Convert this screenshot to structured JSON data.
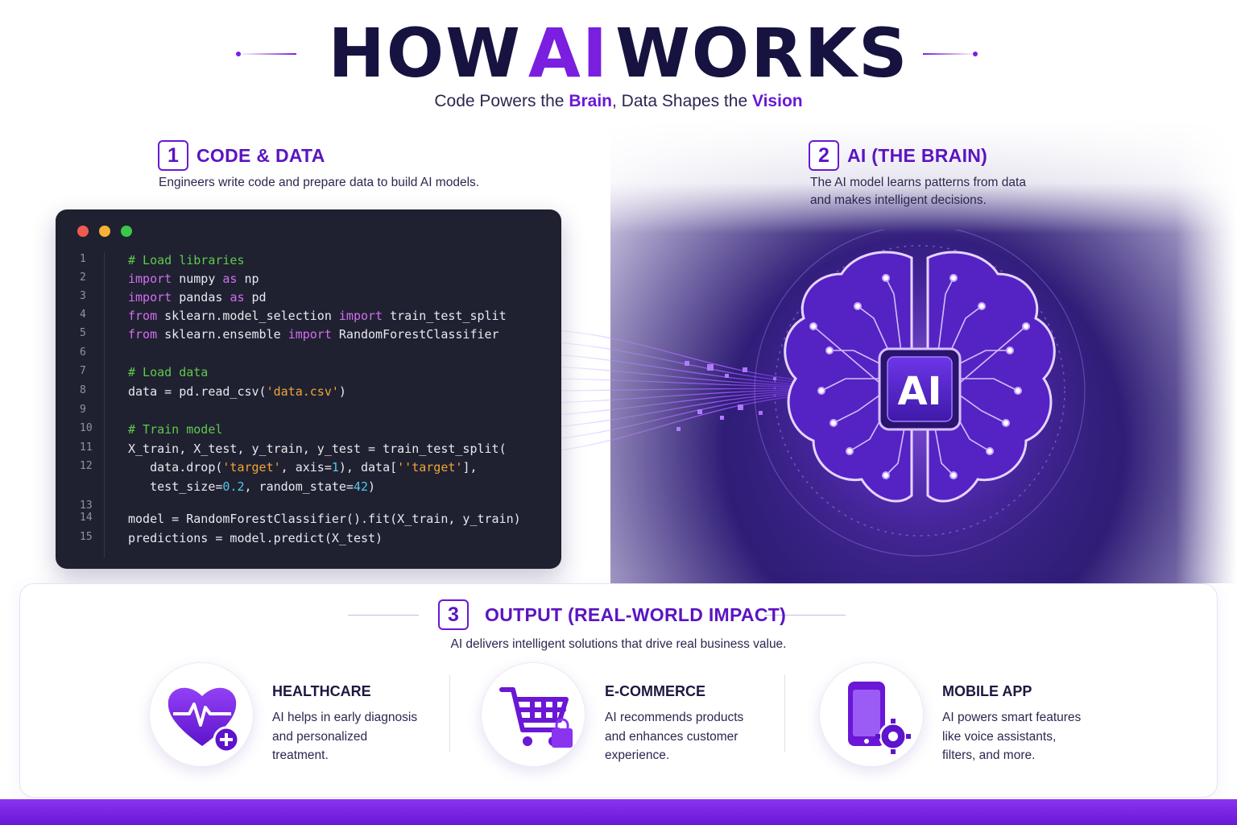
{
  "header": {
    "title_before": "HOW",
    "title_highlight": "AI",
    "title_after": "WORKS",
    "subtitle_part1": "Code Powers the ",
    "subtitle_hl1": "Brain",
    "subtitle_part2": ", Data Shapes the ",
    "subtitle_hl2": "Vision"
  },
  "sections": {
    "code": {
      "number": "1",
      "title": "CODE & DATA",
      "description": "Engineers write code and prepare data to build AI models."
    },
    "brain": {
      "number": "2",
      "title": "AI (THE BRAIN)",
      "description_line1": "The AI model learns patterns from data",
      "description_line2": "and makes intelligent decisions.",
      "chip_label": "AI"
    },
    "output": {
      "number": "3",
      "title": "OUTPUT (REAL-WORLD IMPACT)",
      "description": "AI delivers intelligent solutions that drive real business value."
    }
  },
  "code_lines": [
    {
      "ln": "1",
      "parts": [
        [
          "c",
          "# Load libraries"
        ]
      ]
    },
    {
      "ln": "2",
      "parts": [
        [
          "k",
          "import"
        ],
        [
          "",
          " numpy "
        ],
        [
          "k",
          "as"
        ],
        [
          "",
          " np"
        ]
      ]
    },
    {
      "ln": "3",
      "parts": [
        [
          "k",
          "import"
        ],
        [
          "",
          " pandas "
        ],
        [
          "k",
          "as"
        ],
        [
          "",
          " pd"
        ]
      ]
    },
    {
      "ln": "4",
      "parts": [
        [
          "k",
          "from"
        ],
        [
          "",
          " sklearn.model_selection "
        ],
        [
          "k",
          "import"
        ],
        [
          "",
          " train_test_split"
        ]
      ]
    },
    {
      "ln": "5",
      "parts": [
        [
          "k",
          "from"
        ],
        [
          "",
          " sklearn.ensemble "
        ],
        [
          "k",
          "import"
        ],
        [
          "",
          " RandomForestClassifier"
        ]
      ]
    },
    {
      "ln": "6",
      "parts": []
    },
    {
      "ln": "7",
      "parts": [
        [
          "c",
          "# Load data"
        ]
      ]
    },
    {
      "ln": "8",
      "parts": [
        [
          "",
          "data = pd.read_csv("
        ],
        [
          "s",
          "'data.csv'"
        ],
        [
          "",
          ")"
        ]
      ]
    },
    {
      "ln": "9",
      "parts": []
    },
    {
      "ln": "10",
      "parts": [
        [
          "c",
          "# Train model"
        ]
      ]
    },
    {
      "ln": "11",
      "parts": [
        [
          "",
          "X_train, X_test, y_train, y_test = train_test_split("
        ]
      ]
    },
    {
      "ln": "12",
      "parts": [
        [
          "",
          "   data.drop("
        ],
        [
          "s",
          "'target'"
        ],
        [
          "",
          ", axis="
        ],
        [
          "n",
          "1"
        ],
        [
          "",
          "), data["
        ],
        [
          "s",
          "''target'"
        ],
        [
          "",
          "],"
        ]
      ]
    },
    {
      "ln": "",
      "parts": [
        [
          "",
          "   test_size="
        ],
        [
          "n",
          "0.2"
        ],
        [
          "",
          ", random_state="
        ],
        [
          "n",
          "42"
        ],
        [
          "",
          ")"
        ]
      ]
    },
    {
      "ln": "13",
      "parts": []
    },
    {
      "ln": "14",
      "parts": [
        [
          "",
          "model = RandomForestClassifier().fit(X_train, y_train)"
        ]
      ]
    },
    {
      "ln": "15",
      "parts": [
        [
          "",
          "predictions = model.predict(X_test)"
        ]
      ]
    }
  ],
  "outputs": [
    {
      "icon": "heart-pulse-icon",
      "title": "HEALTHCARE",
      "lines": [
        "AI helps in early diagnosis",
        "and personalized",
        "treatment."
      ]
    },
    {
      "icon": "shopping-cart-icon",
      "title": "E-COMMERCE",
      "lines": [
        "AI recommends products",
        "and enhances customer",
        "experience."
      ]
    },
    {
      "icon": "mobile-gear-icon",
      "title": "MOBILE APP",
      "lines": [
        "AI powers smart features",
        "like voice assistants,",
        "filters, and more."
      ]
    }
  ],
  "colors": {
    "accent": "#6a17d6",
    "title_dark": "#161340",
    "code_bg": "#1f2130"
  }
}
